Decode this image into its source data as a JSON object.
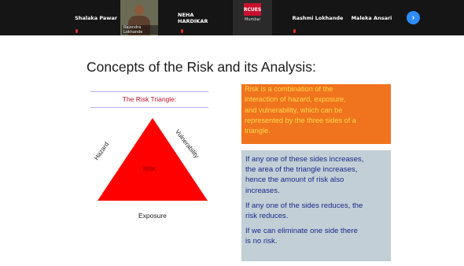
{
  "meeting": {
    "participants": [
      {
        "name": "Shalaka Pawar"
      },
      {
        "name": "Rajendra Lokhande",
        "video": true
      },
      {
        "name": "NEHA HARDIKAR"
      },
      {
        "name": "RCUES",
        "logo_title": "RCUES",
        "logo_subtitle": "Mumbai",
        "video": true
      },
      {
        "name": "Rashmi Lokhande"
      },
      {
        "name": "Maleka Ansari"
      }
    ],
    "next_icon": "chevron-right-icon",
    "next_glyph": "›"
  },
  "slide": {
    "title": "Concepts of the Risk and its Analysis:",
    "triangle": {
      "heading": "The Risk Triangle:",
      "side_left": "Hazard",
      "side_right": "Vulnerability",
      "base": "Exposure",
      "center": "RISK",
      "fill": "#ff0000"
    },
    "orange_box": {
      "lines": [
        "Risk is a combination of the",
        "interaction of hazard, exposure,",
        "and vulnerability, which can be",
        "represented by the three sides of a",
        "triangle."
      ],
      "background": "#f0741d",
      "text_color": "#ffd84a"
    },
    "blue_box": {
      "para1": [
        "If any one of these sides increases,",
        "the area of the triangle increases,",
        "hence the amount of risk also",
        "increases."
      ],
      "para2": [
        " If any one of the sides reduces, the",
        "risk reduces."
      ],
      "para3": [
        "If we can eliminate one side there",
        "is no risk."
      ],
      "background": "#c2cfd6",
      "text_color": "#1a2a8a"
    }
  }
}
